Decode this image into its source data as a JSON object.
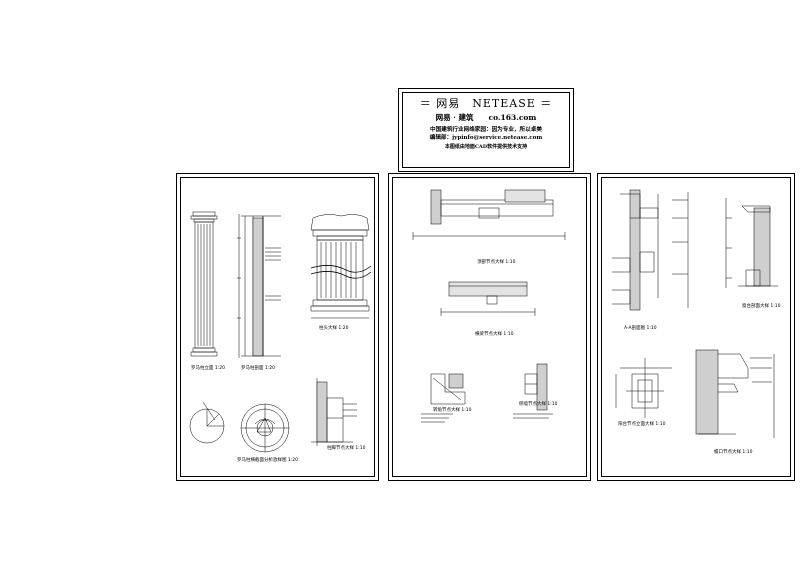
{
  "stamp": {
    "line1": "＝ 网易　NETEASE ＝",
    "line2": "网易 · 建筑　　co.163.com",
    "line3": "中国建筑行业网络家园：因为专业，所以卓美",
    "line4": "编辑部：jypinfo@service.netease.com",
    "line5": "本图纸由地面CAD软件提供技术支持"
  },
  "sheet1": {
    "labels": {
      "column_elev": "罗马柱立面 1:20",
      "column_section": "罗马柱剖面 1:20",
      "capital_detail": "柱头大样 1:20",
      "plan_section": "罗马柱横截面分析放样图 1:20",
      "base_detail": "柱脚节点大样 1:10"
    }
  },
  "sheet2": {
    "labels": {
      "top_detail": "顶部节点大样 1:10",
      "mid_detail": "横梁节点大样 1:10",
      "corner_detail": "转角节点大样 1:10",
      "side_detail": "侧墙节点大样 1:10"
    }
  },
  "sheet3": {
    "labels": {
      "section_a": "A-A剖面图 1:10",
      "section_b": "窗台剖面大样 1:10",
      "elev_detail": "阳台节点立面大样 1:10",
      "eave_detail": "檐口节点大样 1:10"
    }
  }
}
